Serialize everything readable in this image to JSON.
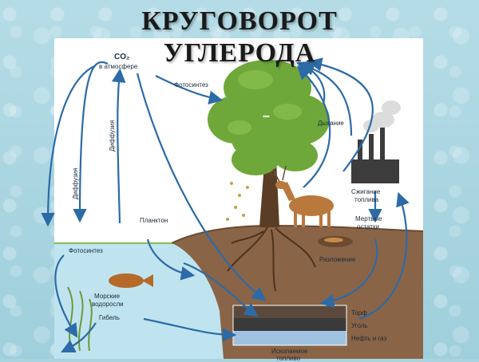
{
  "title": {
    "line1": "КРУГОВОРОТ",
    "line2": "УГЛЕРОДА"
  },
  "labels": {
    "co2": "CO₂",
    "atmosphere": "в атмосфере",
    "photosynthesis_top": "Фотосинтез",
    "respiration": "Дыхание",
    "diffusion_1": "Диффузия",
    "diffusion_2": "Диффузия",
    "plankton": "Планктон",
    "photosynthesis_water": "Фотосинтез",
    "sea_algae_1": "Морские",
    "sea_algae_2": "водоросли",
    "death": "Гибель",
    "fuel_burning_1": "Сжигание",
    "fuel_burning_2": "топлива",
    "dead_remains_1": "Мертвые",
    "dead_remains_2": "остатки",
    "decomposition": "Разложение",
    "peat": "Торф",
    "coal": "Уголь",
    "oil_gas": "Нефть и газ",
    "fossil_1": "Ископаемое",
    "fossil_2": "топливо"
  },
  "colors": {
    "arrow": "#2d6aa8",
    "water": "#bfe4ef",
    "soil": "#8a6446",
    "foliage": "#6fa83a",
    "peat": "#5b4a3c",
    "coal": "#3a3a3a",
    "oil_gas": "#9fc2e0"
  }
}
